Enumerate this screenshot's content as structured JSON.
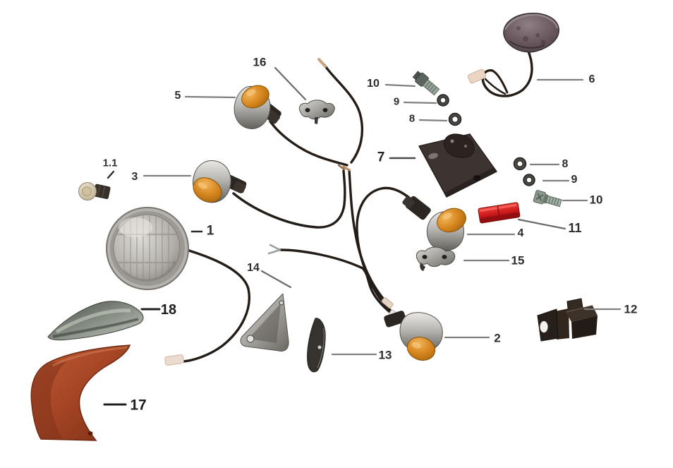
{
  "figure": {
    "kind": "exploded-parts-diagram"
  },
  "callouts": [
    {
      "label": "1"
    },
    {
      "label": "1.1"
    },
    {
      "label": "2"
    },
    {
      "label": "3"
    },
    {
      "label": "4"
    },
    {
      "label": "5"
    },
    {
      "label": "6"
    },
    {
      "label": "7"
    },
    {
      "label": "8"
    },
    {
      "label": "9"
    },
    {
      "label": "10"
    },
    {
      "label": "8"
    },
    {
      "label": "9"
    },
    {
      "label": "10"
    },
    {
      "label": "11"
    },
    {
      "label": "12"
    },
    {
      "label": "13"
    },
    {
      "label": "14"
    },
    {
      "label": "15"
    },
    {
      "label": "16"
    },
    {
      "label": "17"
    },
    {
      "label": "18"
    }
  ],
  "colors": {
    "background": "#ffffff",
    "amber_lens": "#d4841c",
    "chrome": "#b7b6b2",
    "reflector_red": "#cc1b1b",
    "fairing_rust": "#a34424",
    "windscreen_smoke": "#8b9287",
    "wire_black": "#241d17",
    "label_text": "#2d2d2d",
    "callout_line": "#7f7f7f"
  }
}
